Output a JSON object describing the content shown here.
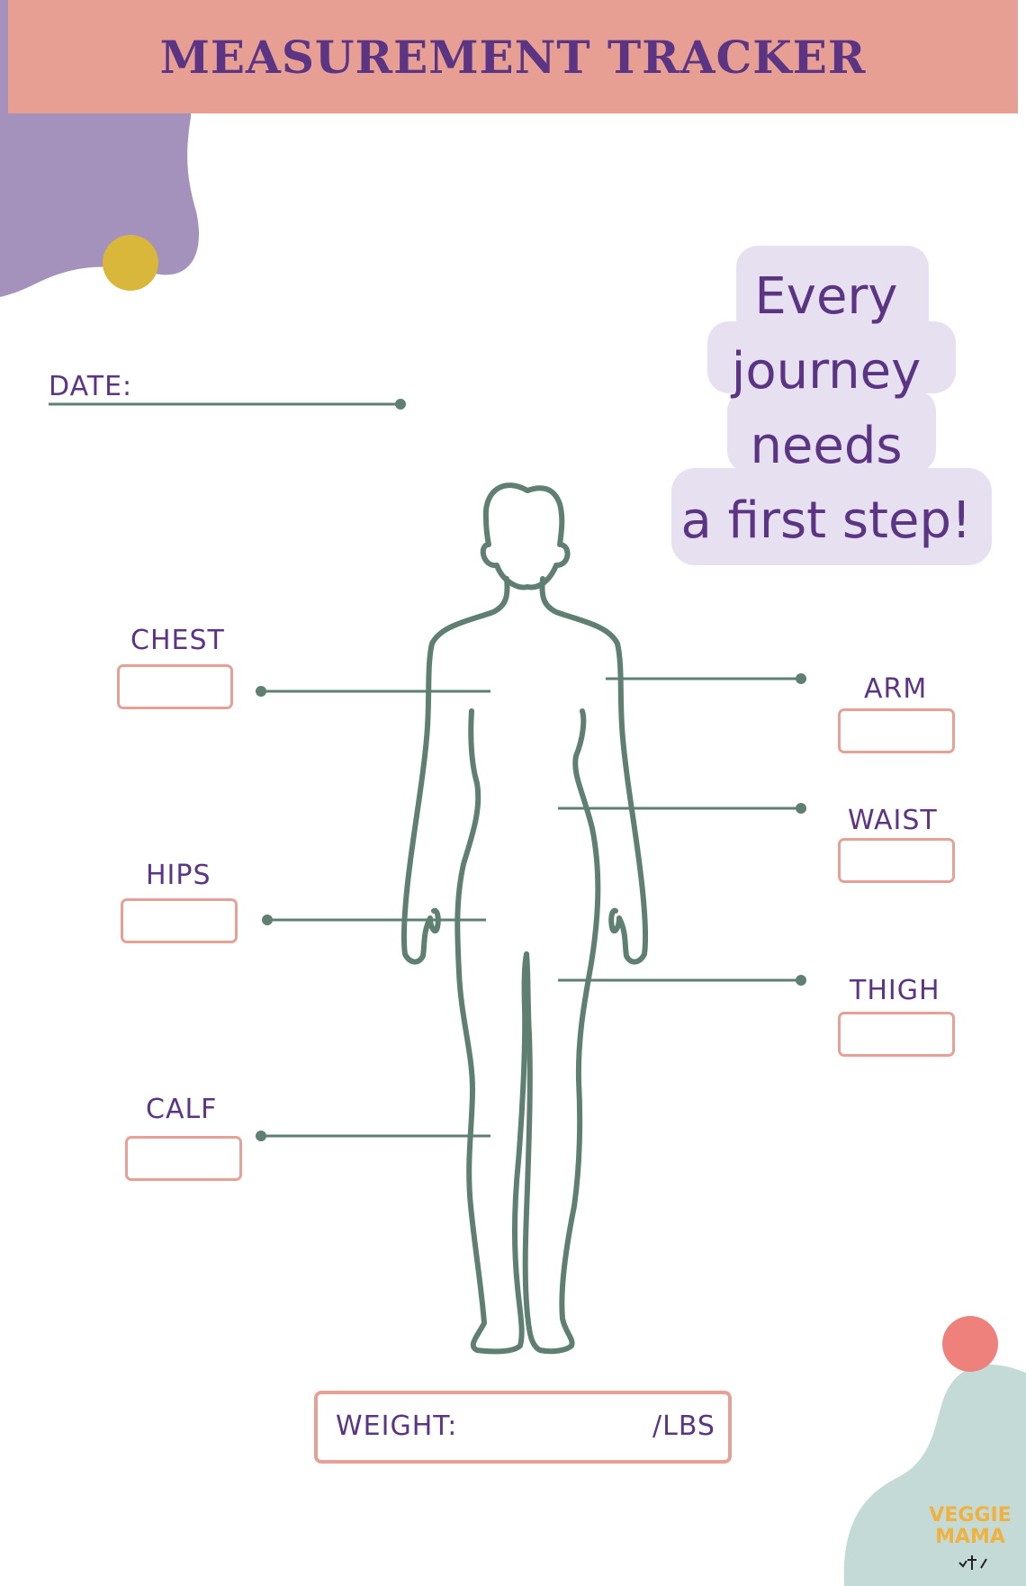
{
  "header": {
    "title": "MEASUREMENT TRACKER"
  },
  "date": {
    "label": "DATE:"
  },
  "quote": {
    "lines": [
      "Every",
      "journey",
      "needs",
      "a first step!"
    ]
  },
  "measurements": {
    "chest": "CHEST",
    "hips": "HIPS",
    "calf": "CALF",
    "arm": "ARM",
    "waist": "WAIST",
    "thigh": "THIGH"
  },
  "weight": {
    "label": "WEIGHT:",
    "unit": "/LBS"
  },
  "brand": {
    "line1": "VEGGIE",
    "line2": "MAMA"
  },
  "colors": {
    "header": "#e89f93",
    "title_text": "#5b3484",
    "lavender_blob": "#a492bd",
    "mustard_dot": "#d9b73a",
    "mint_blob": "#c4dad6",
    "coral_dot": "#ef817d",
    "quote_bubble": "#e6e0f0",
    "line_green": "#5f7f73",
    "field_border": "#e6a197",
    "brand_text": "#f0b23d"
  },
  "icons": {
    "body": "human-body-outline-icon"
  }
}
